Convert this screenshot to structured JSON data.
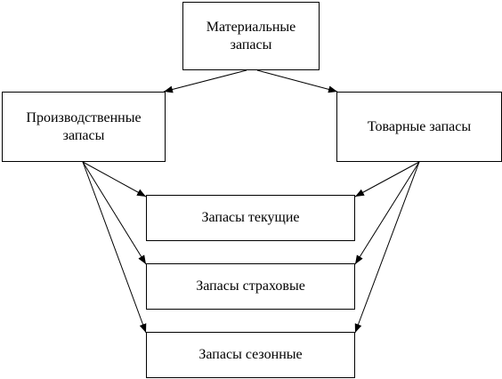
{
  "diagram": {
    "nodes": {
      "root": {
        "label": "Материальные\nзапасы"
      },
      "production": {
        "label": "Производственные\nзапасы"
      },
      "commodity": {
        "label": "Товарные запасы"
      },
      "current": {
        "label": "Запасы текущие"
      },
      "safety": {
        "label": "Запасы страховые"
      },
      "seasonal": {
        "label": "Запасы сезонные"
      }
    },
    "edges": [
      {
        "from": "root",
        "to": "production"
      },
      {
        "from": "root",
        "to": "commodity"
      },
      {
        "from": "production",
        "to": "current"
      },
      {
        "from": "production",
        "to": "safety"
      },
      {
        "from": "production",
        "to": "seasonal"
      },
      {
        "from": "commodity",
        "to": "current"
      },
      {
        "from": "commodity",
        "to": "safety"
      },
      {
        "from": "commodity",
        "to": "seasonal"
      }
    ],
    "colors": {
      "line": "#000000",
      "box_border": "#000000",
      "background": "#ffffff"
    }
  }
}
